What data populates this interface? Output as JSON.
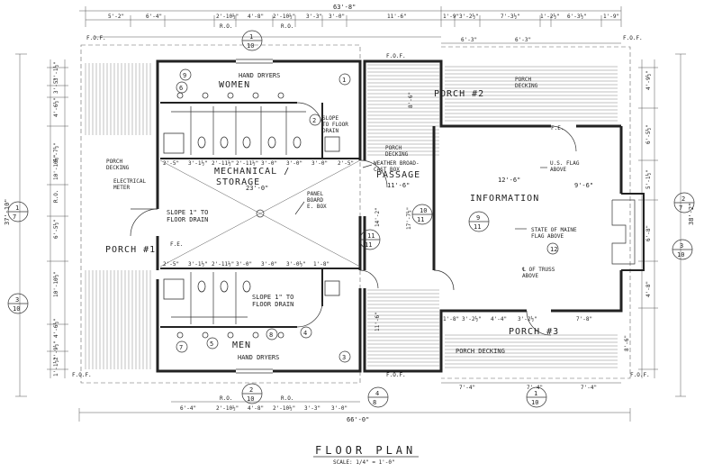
{
  "title": "FLOOR PLAN",
  "scale": "SCALE: 1/4\" = 1'-0\"",
  "rooms": {
    "women": "WOMEN",
    "men": "MEN",
    "mechanical": "MECHANICAL /",
    "storage": "STORAGE",
    "passage": "PASSAGE",
    "information": "INFORMATION",
    "porch1": "PORCH #1",
    "porch2": "PORCH #2",
    "porch3": "PORCH #3"
  },
  "notes": {
    "hand_dryers_top": "HAND DRYERS",
    "hand_dryers_bottom": "HAND DRYERS",
    "slope_floor_drain_women_1": "SLOPE",
    "slope_floor_drain_women_2": "TO FLOOR",
    "slope_floor_drain_women_3": "DRAIN",
    "slope_mech_1": "SLOPE 1\" TO",
    "slope_mech_2": "FLOOR DRAIN",
    "slope_men_1": "SLOPE 1\" TO",
    "slope_men_2": "FLOOR DRAIN",
    "panel_board_1": "PANEL",
    "panel_board_2": "BOARD",
    "panel_board_3": "E. BOX",
    "weather_box_1": "WEATHER BROAD-",
    "weather_box_2": "CAST BOX",
    "porch_decking_left_1": "PORCH",
    "porch_decking_left_2": "DECKING",
    "porch_decking_p2_1": "PORCH",
    "porch_decking_p2_2": "DECKING",
    "porch_decking_pass_1": "PORCH",
    "porch_decking_pass_2": "DECKING",
    "porch_decking_p3": "PORCH DECKING",
    "electrical_meter_1": "ELECTRICAL",
    "electrical_meter_2": "METER",
    "us_flag_1": "U.S. FLAG",
    "us_flag_2": "ABOVE",
    "state_flag_1": "STATE OF MAINE",
    "state_flag_2": "FLAG ABOVE",
    "truss_1": "℄ OF TRUSS",
    "truss_2": "ABOVE",
    "fe_porch1": "F.E.",
    "fe_porch2": "F.E.",
    "fof": "F.O.F."
  },
  "dimensions": {
    "overall_top": "63'-8\"",
    "overall_bottom": "66'-0\"",
    "overall_left": "37'-10\"",
    "overall_right": "38'-2\"",
    "top_row": [
      "5'-2\"",
      "6'-4\"",
      "2'-10½\"",
      "4'-8\"",
      "2'-10½\"",
      "3'-3\"",
      "3'-0\"",
      "11'-6\"",
      "1'-9\"",
      "3'-2½\"",
      "7'-3½\"",
      "1'-2½\"",
      "6'-3½\"",
      "1'-9\""
    ],
    "top_ro": [
      "R.O.",
      "R.O."
    ],
    "porch2_row": [
      "6'-3\"",
      "6'-3\""
    ],
    "bottom_row": [
      "6'-4\"",
      "2'-10½\"",
      "4'-8\"",
      "2'-10½\"",
      "3'-3\"",
      "3'-0\""
    ],
    "bottom_ro": [
      "R.O.",
      "R.O."
    ],
    "porch3_bottom": [
      "7'-4\"",
      "7'-4\"",
      "7'-4\""
    ],
    "porch3_top": [
      "1'-8\"",
      "3'-2½\"",
      "4'-4\"",
      "3'-2½\"",
      "7'-8\""
    ],
    "mech_top": [
      "2'-5\"",
      "3'-1½\"",
      "2'-11½\"",
      "2'-11½\"",
      "3'-0\"",
      "3'-0\"",
      "3'-0\"",
      "2'-5\""
    ],
    "mech_width": "23'-0\"",
    "men_top": [
      "2'-5\"",
      "3'-1½\"",
      "2'-11½\"",
      "3'-0\"",
      "3'-0\"",
      "3'-0½\"",
      "1'-8\""
    ],
    "info_width": "12'-6\"",
    "info_right": "9'-6\"",
    "passage_w": "11'-6\"",
    "passage_h1": "14'-2\"",
    "passage_h2": "17'-7½\"",
    "passage_h3": "11'-6\"",
    "porch2_h": "8'-6\"",
    "porch3_h": "8'-6\"",
    "right_col": [
      "4'-9½\"",
      "6'-5½\"",
      "5'-1½\"",
      "6'-8\"",
      "4'-8\""
    ],
    "left_col": [
      "3'-1½\"",
      "3'-5\"",
      "4'-6½\"",
      "6'-7½\"",
      "10'-10½\"",
      "R.O.",
      "6'-5½\"",
      "10'-10½\"",
      "4'-6½\"",
      "2'-9½\"",
      "1'-1½\""
    ]
  },
  "section_marks": [
    {
      "num": "1",
      "sheet": "10"
    },
    {
      "num": "1",
      "sheet": "7"
    },
    {
      "num": "3",
      "sheet": "10"
    },
    {
      "num": "2",
      "sheet": "7"
    },
    {
      "num": "3",
      "sheet": "10"
    },
    {
      "num": "2",
      "sheet": "10"
    },
    {
      "num": "4",
      "sheet": "8"
    },
    {
      "num": "1",
      "sheet": "10"
    },
    {
      "num": "10",
      "sheet": "11"
    },
    {
      "num": "11",
      "sheet": "11"
    },
    {
      "num": "9",
      "sheet": "11"
    }
  ],
  "detail_marks": [
    "1",
    "2",
    "3",
    "4",
    "5",
    "6",
    "7",
    "8",
    "9",
    "12"
  ]
}
